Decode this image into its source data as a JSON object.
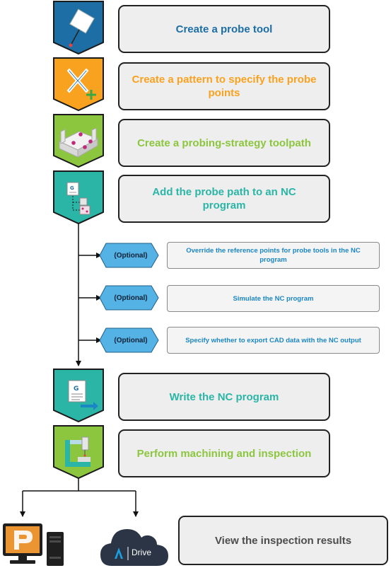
{
  "colors": {
    "blue": "#1c6ea4",
    "orange": "#f9a21f",
    "green": "#8cc63f",
    "teal": "#2bb5a6",
    "optional_blue": "#55b2e5",
    "text_blue": "#1a86c6",
    "gray_text": "#4d4d4d"
  },
  "steps": [
    {
      "label": "Create a probe tool",
      "color": "#1c6ea4",
      "icon": "probe-tool-icon"
    },
    {
      "label": "Create a pattern to specify the probe points",
      "color": "#f9a21f",
      "icon": "pattern-icon"
    },
    {
      "label": "Create a probing-strategy toolpath",
      "color": "#8cc63f",
      "icon": "toolpath-icon"
    },
    {
      "label": "Add the probe path to an NC program",
      "color": "#2bb5a6",
      "icon": "nc-program-add-icon"
    },
    {
      "label": "Write the NC program",
      "color": "#2bb5a6",
      "icon": "write-nc-icon"
    },
    {
      "label": "Perform machining and inspection",
      "color": "#8cc63f",
      "icon": "machining-icon"
    }
  ],
  "optional_steps": [
    {
      "tag": "(Optional)",
      "label": "Override the reference points for probe tools in the NC program"
    },
    {
      "tag": "(Optional)",
      "label": "Simulate the NC program"
    },
    {
      "tag": "(Optional)",
      "label": "Specify whether to export CAD data with the NC output"
    }
  ],
  "results": {
    "drive_label": "Drive",
    "view_label": "View the inspection results",
    "computer_icon": "computer-powerinspect-icon",
    "cloud_icon": "autodesk-drive-cloud-icon"
  }
}
